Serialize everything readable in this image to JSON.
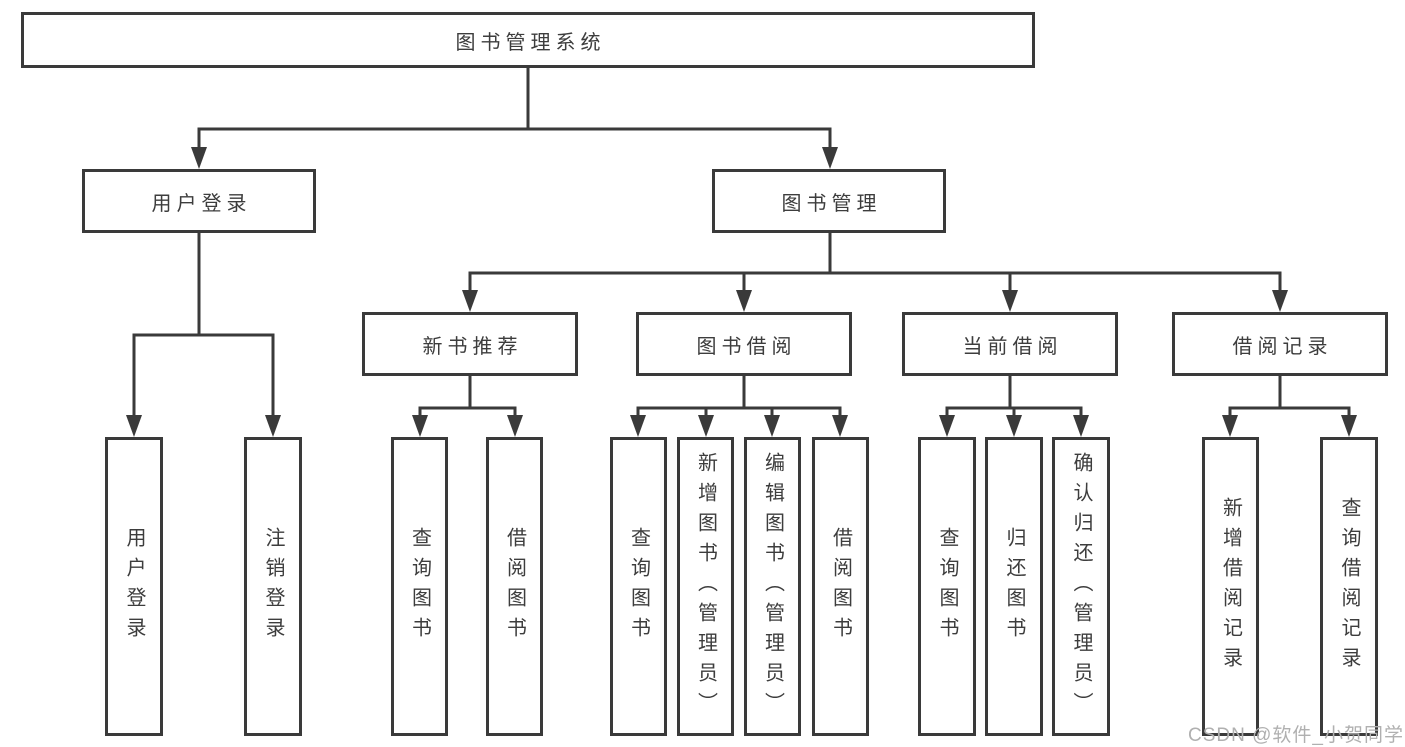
{
  "diagram": {
    "root": {
      "label": "图书管理系统"
    },
    "level2": [
      {
        "label": "用户登录"
      },
      {
        "label": "图书管理"
      }
    ],
    "level3": [
      {
        "label": "新书推荐"
      },
      {
        "label": "图书借阅"
      },
      {
        "label": "当前借阅"
      },
      {
        "label": "借阅记录"
      }
    ],
    "leaves": {
      "user_login": [
        {
          "label": "用户登录"
        },
        {
          "label": "注销登录"
        }
      ],
      "new_book_recommend": [
        {
          "label": "查询图书"
        },
        {
          "label": "借阅图书"
        }
      ],
      "book_borrowing": [
        {
          "label": "查询图书"
        },
        {
          "label": "新增图书（管理员）"
        },
        {
          "label": "编辑图书（管理员）"
        },
        {
          "label": "借阅图书"
        }
      ],
      "current_borrowing": [
        {
          "label": "查询图书"
        },
        {
          "label": "归还图书"
        },
        {
          "label": "确认归还（管理员）"
        }
      ],
      "borrowing_records": [
        {
          "label": "新增借阅记录"
        },
        {
          "label": "查询借阅记录"
        }
      ]
    },
    "watermark": "CSDN @软件_小贺同学",
    "colors": {
      "line": "#3a3a3a",
      "text": "#3d3d3d",
      "watermark": "#b0b0b0",
      "background": "#ffffff"
    }
  }
}
